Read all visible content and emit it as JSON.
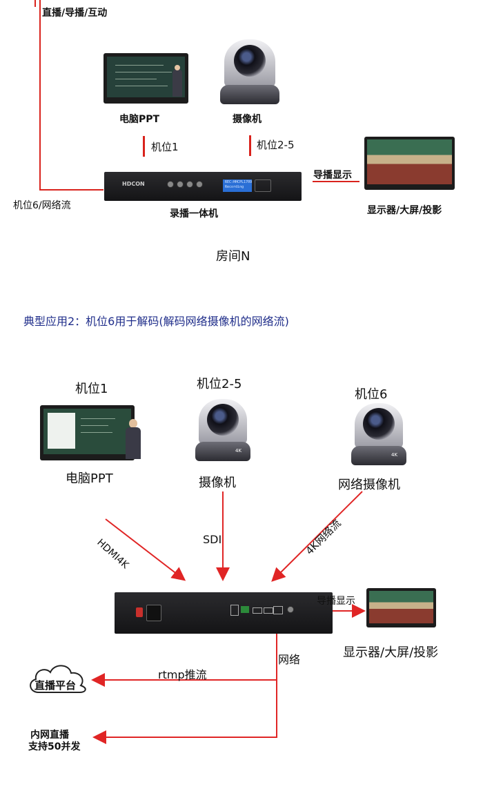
{
  "top": {
    "output_label": "直播/导播/互动",
    "pc_label": "电脑PPT",
    "camera_label": "摄像机",
    "pos1_label": "机位1",
    "pos25_label": "机位2-5",
    "pos6_label": "机位6/网络流",
    "recorder_label": "录播一体机",
    "director_label": "导播显示",
    "display_label": "显示器/大屏/投影",
    "room_label": "房间N",
    "recorder_brand": "HDCON",
    "recorder_lcd": "REC:HHCPL1709 Recording"
  },
  "section2": {
    "title": "典型应用2：机位6用于解码(解码网络摄像机的网络流)",
    "pos1": "机位1",
    "pos25": "机位2-5",
    "pos6": "机位6",
    "pc_label": "电脑PPT",
    "camera_label": "摄像机",
    "ipcam_label": "网络摄像机",
    "link_hdmi": "HDMI4K",
    "link_sdi": "SDI",
    "link_net": "4K网络流",
    "director_label": "导播显示",
    "display_label": "显示器/大屏/投影",
    "network_label": "网络",
    "rtmp_label": "rtmp推流",
    "platform_label": "直播平台",
    "lan_line1": "内网直播",
    "lan_line2": "支持50并发",
    "cam_badge": "4K"
  },
  "colors": {
    "red": "#d9221c",
    "title_blue": "#1f2d8a"
  }
}
